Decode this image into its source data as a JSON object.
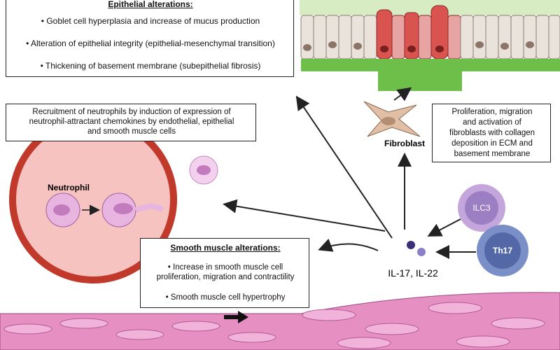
{
  "epithelial": {
    "title": "Epithelial alterations:",
    "items": [
      "Goblet cell hyperplasia and increase of mucus production",
      "Alteration of epithelial integrity (epithelial-mesenchymal transition)",
      "Thickening of basement membrane (subepithelial fibrosis)"
    ]
  },
  "neutrophil_recruitment": {
    "lines": [
      "Recruitment of neutrophils by induction of expression of",
      "neutrophil-attractant chemokines by endothelial, epithelial",
      "and smooth muscle cells"
    ]
  },
  "neutrophil_label": "Neutrophil",
  "fibroblast_label": "Fibroblast",
  "fibroblast_box": {
    "lines": [
      "Proliferation, migration",
      "and activation of",
      "fibroblasts with collagen",
      "deposition in ECM and",
      "basement membrane"
    ]
  },
  "smooth_muscle": {
    "title": "Smooth muscle alterations:",
    "items": [
      [
        "Increase in smooth muscle cell",
        "proliferation, migration and contractility"
      ],
      [
        "Smooth muscle cell hypertrophy"
      ]
    ]
  },
  "cytokines_label": "IL-17, IL-22",
  "ilc3_label": "ILC3",
  "th17_label": "Th17",
  "bullet": "•",
  "colors": {
    "epithelium_green": "#6dbf4a",
    "goblet_red": "#d9534f",
    "vessel_wall": "#c0392b",
    "vessel_lumen": "#f6c3c0",
    "neutrophil_pink": "#e8b4e0",
    "ilc3_purple": "#9b7fc2",
    "th17_blue": "#6a7fb8",
    "muscle_pink": "#e58fc3"
  }
}
